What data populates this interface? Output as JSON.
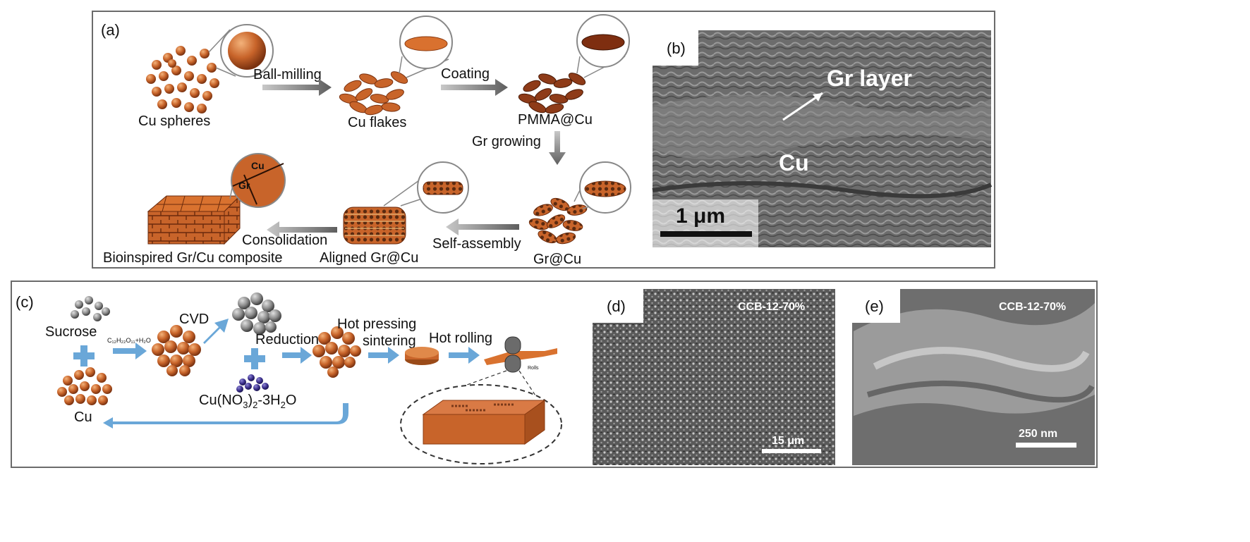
{
  "panel_a": {
    "label": "(a)",
    "cu_spheres": "Cu spheres",
    "ball_milling": "Ball-milling",
    "cu_flakes": "Cu flakes",
    "coating": "Coating",
    "pmma_cu": "PMMA@Cu",
    "gr_growing": "Gr growing",
    "gr_cu": "Gr@Cu",
    "self_assembly": "Self-assembly",
    "aligned": "Aligned Gr@Cu",
    "consolidation": "Consolidation",
    "composite": "Bioinspired Gr/Cu composite",
    "inset_cu": "Cu",
    "inset_gr": "Gr"
  },
  "panel_b": {
    "label": "(b)",
    "gr_layer": "Gr layer",
    "cu": "Cu",
    "scale": "1 μm"
  },
  "panel_c": {
    "label": "(c)",
    "sucrose": "Sucrose",
    "cu": "Cu",
    "reaction": "C₁₂H₂₂O₁₁+H₂O",
    "cvd": "CVD",
    "reduction": "Reduction",
    "nitrate_main": "Cu(NO",
    "nitrate_sub1": "3",
    "nitrate_mid": ")",
    "nitrate_sub2": "2",
    "nitrate_tail": "-3H",
    "nitrate_sub3": "2",
    "nitrate_end": "O",
    "hot_pressing": "Hot pressing",
    "sintering": "sintering",
    "hot_rolling": "Hot rolling",
    "roller_tag": "Rolls"
  },
  "panel_d": {
    "label": "(d)",
    "sample": "CCB-12-70%",
    "scale": "15 μm"
  },
  "panel_e": {
    "label": "(e)",
    "sample": "CCB-12-70%",
    "scale": "250 nm"
  },
  "colors": {
    "copper": "#c8642a",
    "arrow": "#6aa7d8",
    "frame": "#6b6b6b"
  }
}
